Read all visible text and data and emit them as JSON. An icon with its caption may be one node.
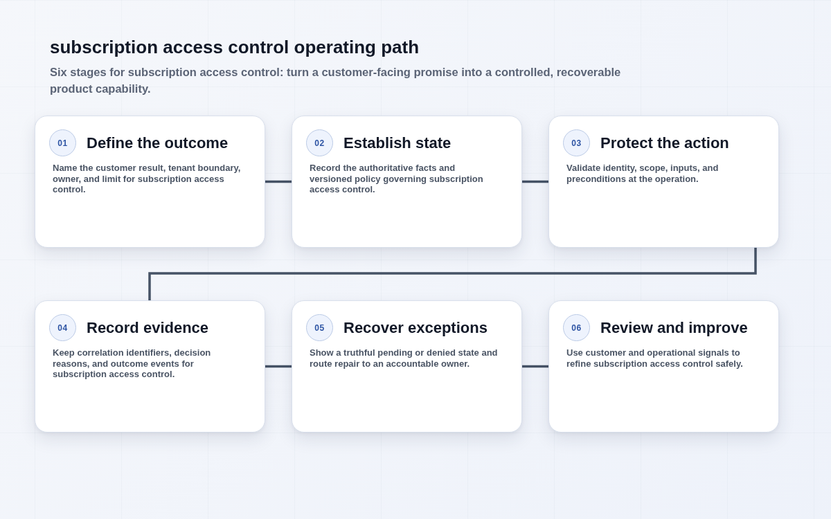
{
  "diagram": {
    "title": "subscription access control operating path",
    "nodes": [
      {
        "text": [
          "Define the outcome",
          "Name the customer result, tenant boundary, owner, and limit for subscription access control."
        ]
      },
      {
        "text": [
          "01"
        ],
        "in": 0
      },
      {
        "text": [
          "Establish state",
          "Record the authoritative facts and versioned policy governing subscription access control."
        ]
      },
      {
        "text": [
          "02"
        ],
        "in": 2
      },
      {
        "text": [
          "Protect the action",
          "Validate identity, scope, inputs, and preconditions at the operation."
        ]
      },
      {
        "text": [
          "03"
        ],
        "in": 4
      },
      {
        "text": [
          "Record evidence",
          "Keep correlation identifiers, decision reasons, and outcome events for subscription access control."
        ]
      },
      {
        "text": [
          "04"
        ],
        "in": 6
      },
      {
        "text": [
          "Recover exceptions",
          "Show a truthful pending or denied state and route repair to an accountable owner."
        ]
      },
      {
        "text": [
          "05"
        ],
        "in": 8
      },
      {
        "text": [
          "Review and improve",
          "Use customer and operational signals to refine subscription access control safely."
        ]
      },
      {
        "text": [
          "06"
        ],
        "in": 10
      }
    ],
    "edges": [
      {
        "from": 0,
        "to": 2,
        "arrow": "none"
      },
      {
        "from": 2,
        "to": 4,
        "arrow": "none"
      },
      {
        "from": 4,
        "to": 6,
        "arrow": "none"
      },
      {
        "from": 6,
        "to": 8,
        "arrow": "none"
      },
      {
        "from": 8,
        "to": 10,
        "arrow": "none"
      }
    ],
    "labels": [
      "Six stages for subscription access control: turn a customer-facing promise into a controlled, recoverable product capability."
    ]
  }
}
